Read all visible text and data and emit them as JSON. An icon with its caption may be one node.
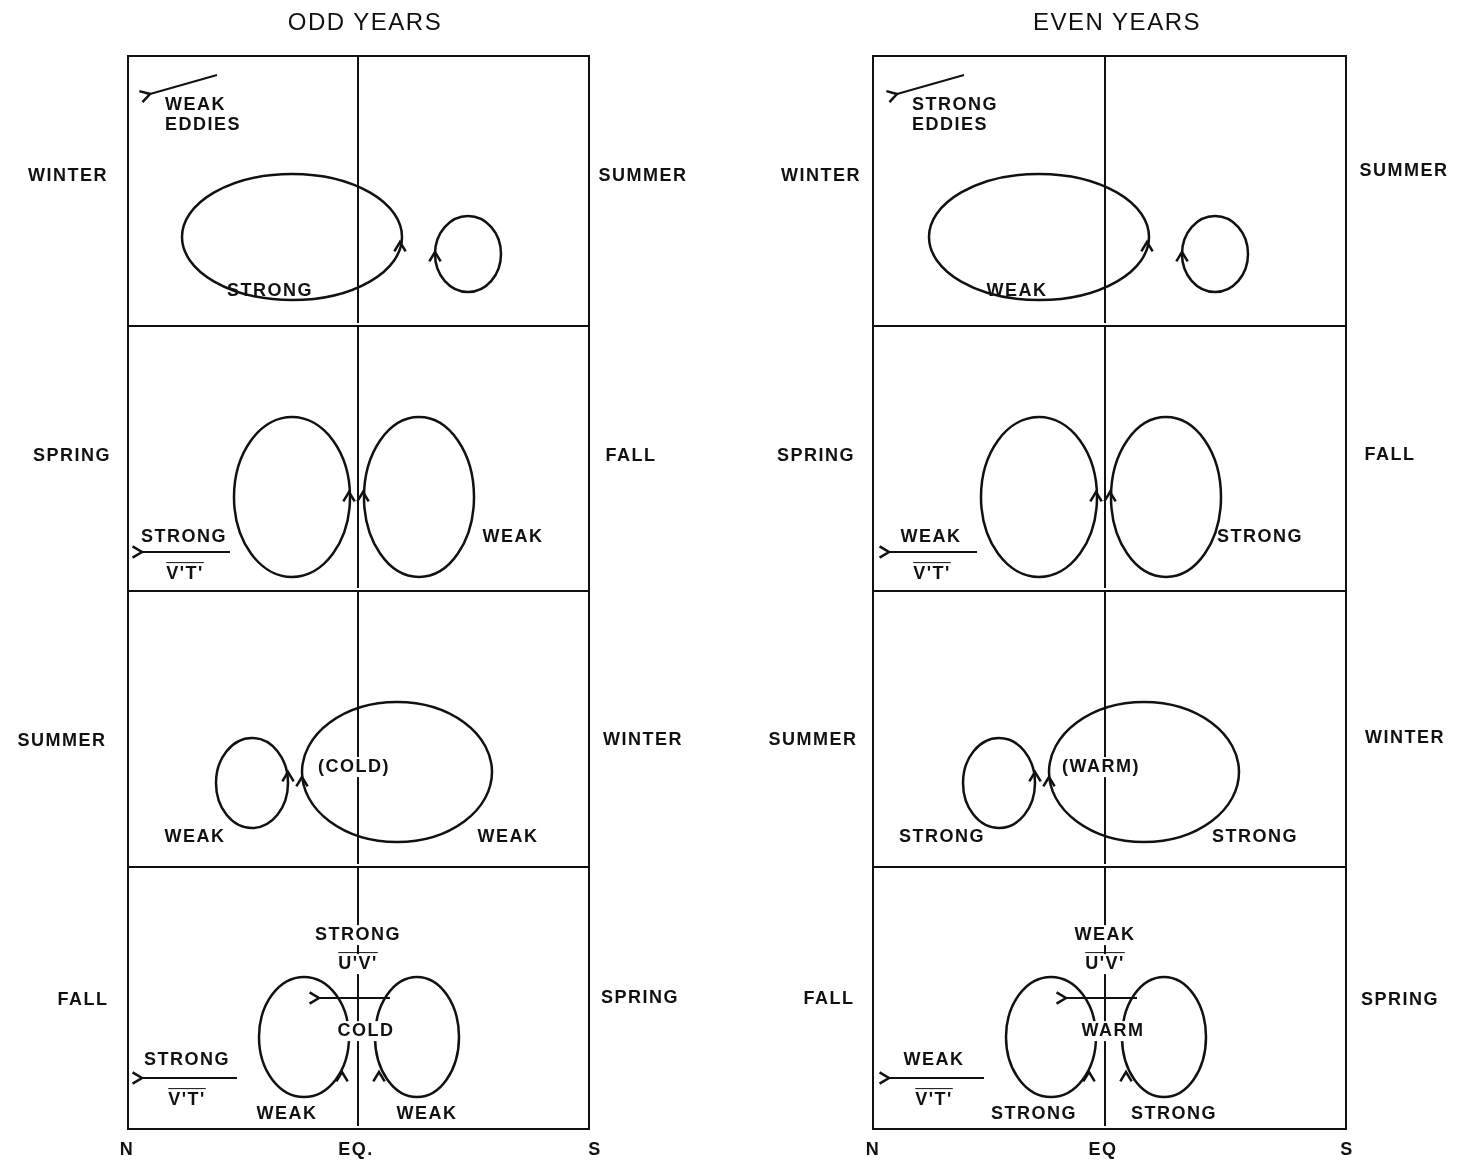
{
  "diagram": {
    "nodes": [
      {
        "text": [
          "ODD YEARS"
        ]
      },
      {
        "text": [
          "WEAK EDDIES",
          "STRONG"
        ],
        "in": 0,
        "beside": [
          "WINTER",
          "SUMMER"
        ]
      },
      {
        "text": [
          "STRONG",
          "V'T'",
          "WEAK"
        ],
        "in": 0,
        "beside": [
          "SPRING",
          "FALL"
        ]
      },
      {
        "text": [
          "(COLD)",
          "WEAK",
          "WEAK"
        ],
        "in": 0,
        "beside": [
          "SUMMER",
          "WINTER"
        ]
      },
      {
        "text": [
          "STRONG",
          "U'V'",
          "COLD",
          "STRONG",
          "V'T'",
          "WEAK",
          "WEAK"
        ],
        "in": 0,
        "beside": [
          "FALL",
          "SPRING"
        ]
      },
      {
        "text": [
          "EVEN YEARS"
        ]
      },
      {
        "text": [
          "STRONG EDDIES",
          "WEAK"
        ],
        "in": 5,
        "beside": [
          "WINTER",
          "SUMMER"
        ]
      },
      {
        "text": [
          "WEAK",
          "V'T'",
          "STRONG"
        ],
        "in": 5,
        "beside": [
          "SPRING",
          "FALL"
        ]
      },
      {
        "text": [
          "(WARM)",
          "STRONG",
          "STRONG"
        ],
        "in": 5,
        "beside": [
          "SUMMER",
          "WINTER"
        ]
      },
      {
        "text": [
          "WEAK",
          "U'V'",
          "WARM",
          "WEAK",
          "V'T'",
          "STRONG",
          "STRONG"
        ],
        "in": 5,
        "beside": [
          "FALL",
          "SPRING"
        ]
      }
    ],
    "labels": [
      "N",
      "EQ.",
      "S",
      "N",
      "EQ",
      "S"
    ]
  }
}
